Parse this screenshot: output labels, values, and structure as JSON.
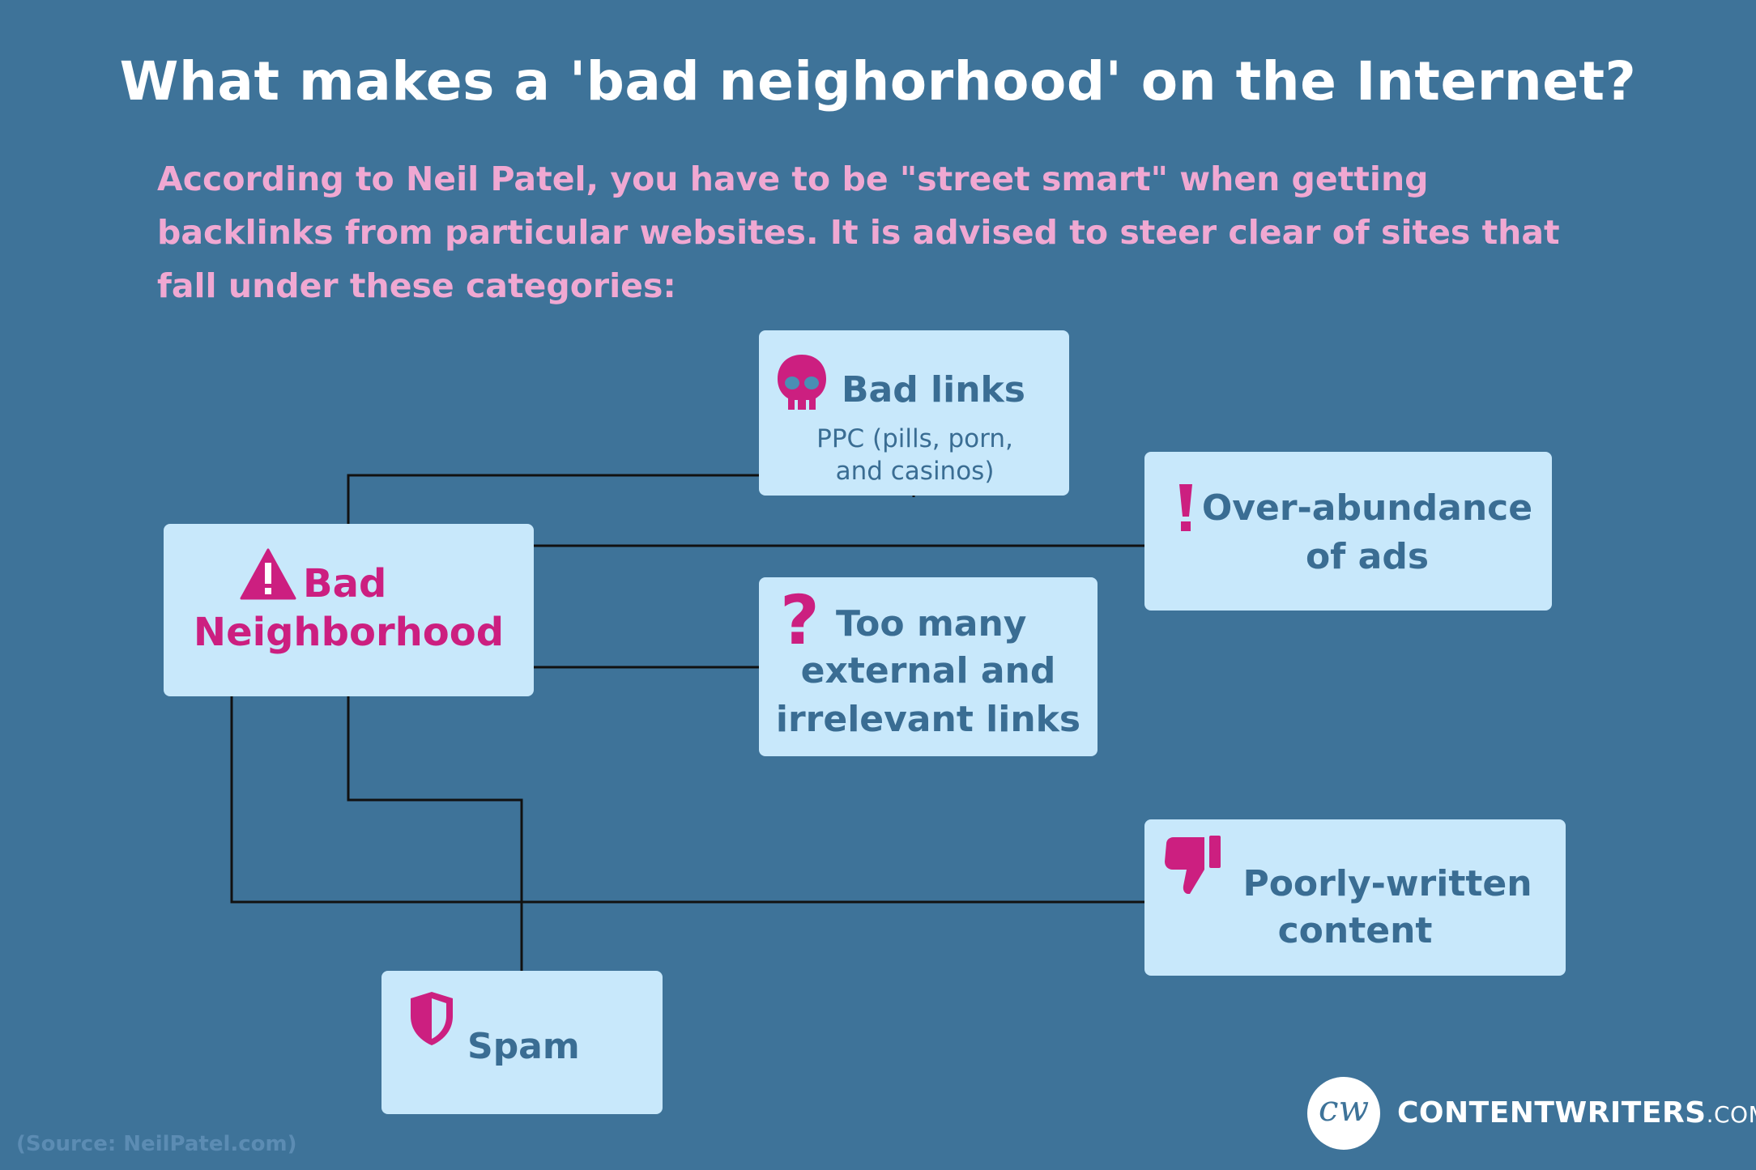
{
  "title": "What makes a 'bad neighorhood' on the Internet?",
  "intro": "According to Neil Patel, you have to be \"street smart\" when getting backlinks from particular websites. It is advised to steer clear of sites that fall under these categories:",
  "center_node": {
    "line1": "Bad",
    "line2": "Neighborhood",
    "icon": "warning-triangle-icon"
  },
  "nodes": {
    "bad_links": {
      "label": "Bad links",
      "sub": "PPC (pills, porn, and casinos)",
      "icon": "skull-icon"
    },
    "ads": {
      "line1": "Over-abundance",
      "line2": "of ads",
      "icon": "exclamation-icon"
    },
    "external": {
      "line1": "Too many",
      "line2": "external and",
      "line3": "irrelevant links",
      "icon": "question-mark-icon"
    },
    "content": {
      "line1": "Poorly-written",
      "line2": "content",
      "icon": "thumbs-down-icon"
    },
    "spam": {
      "label": "Spam",
      "icon": "shield-icon"
    }
  },
  "source": "(Source: NeilPatel.com)",
  "logo": {
    "mark": "cw",
    "name": "CONTENTWRITERS",
    "domain": ".COM"
  },
  "colors": {
    "background": "#3e7399",
    "box": "#c8e8fb",
    "accent": "#cc1f80",
    "intro": "#f0a8d2",
    "node_text": "#3a6d93"
  }
}
